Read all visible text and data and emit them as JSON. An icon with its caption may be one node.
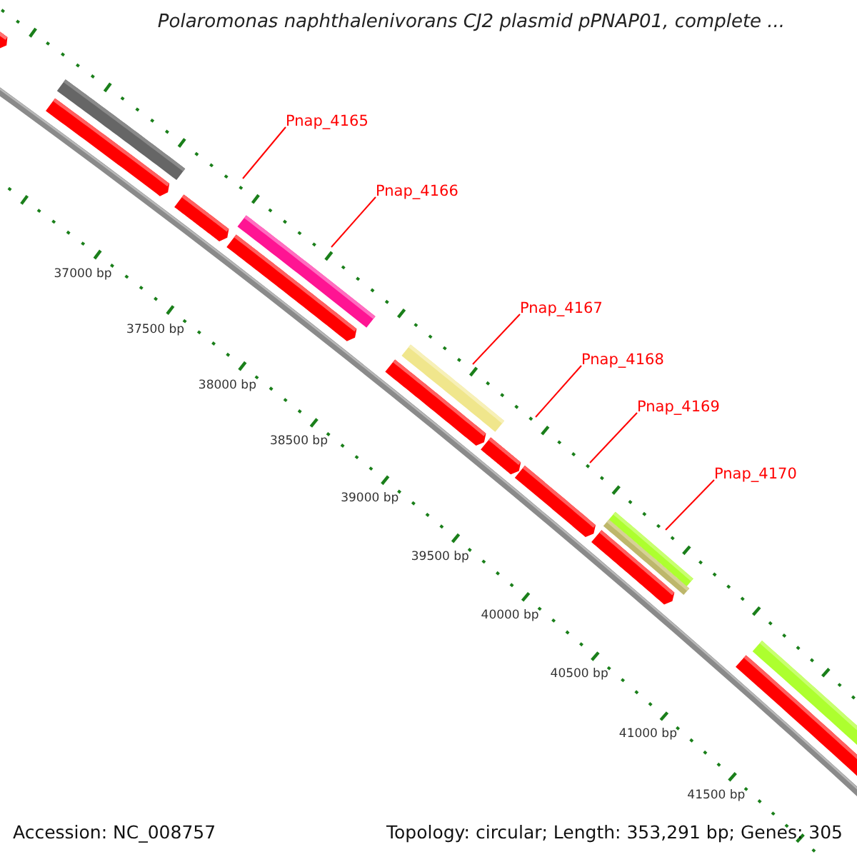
{
  "diagram": {
    "title": "Polaromonas naphthalenivorans CJ2 plasmid pPNAP01, complete ...",
    "nodes": [
      {
        "text": [
          "Pnap_4165"
        ]
      },
      {
        "text": [
          "Pnap_4166"
        ]
      },
      {
        "text": [
          "Pnap_4167"
        ]
      },
      {
        "text": [
          "Pnap_4168"
        ]
      },
      {
        "text": [
          "Pnap_4169"
        ]
      },
      {
        "text": [
          "Pnap_4170"
        ]
      }
    ],
    "edges": [
      {
        "from": 0,
        "to": null,
        "arrow": "none"
      },
      {
        "from": 1,
        "to": null,
        "arrow": "none"
      },
      {
        "from": 2,
        "to": null,
        "arrow": "none"
      },
      {
        "from": 3,
        "to": null,
        "arrow": "none"
      },
      {
        "from": 4,
        "to": null,
        "arrow": "none"
      },
      {
        "from": 5,
        "to": null,
        "arrow": "none"
      }
    ],
    "labels": [
      "37000 bp",
      "37500 bp",
      "38000 bp",
      "38500 bp",
      "39000 bp",
      "39500 bp",
      "40000 bp",
      "40500 bp",
      "41000 bp",
      "41500 bp",
      "Accession: NC_008757",
      "Topology: circular; Length: 353,291 bp; Genes: 305"
    ]
  }
}
